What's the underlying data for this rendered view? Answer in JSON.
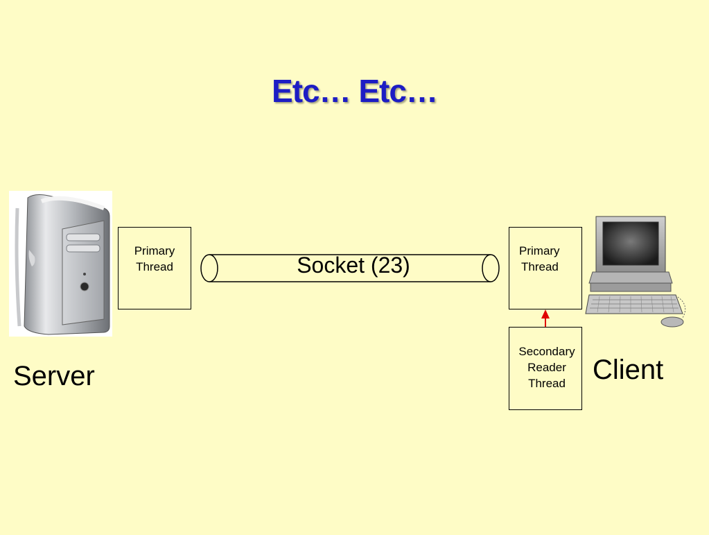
{
  "slide": {
    "title": "Etc… Etc…",
    "server_label": "Server",
    "client_label": "Client",
    "socket_label": "Socket (23)",
    "server_primary_thread": [
      "Primary",
      "Thread"
    ],
    "client_primary_thread": [
      "Primary",
      "Thread"
    ],
    "client_secondary_thread": [
      "Secondary",
      "Reader",
      "Thread"
    ]
  },
  "icons": {
    "server": "server-tower-icon",
    "client": "desktop-computer-icon",
    "arrow": "up-arrow-icon"
  },
  "colors": {
    "background": "#fefcc6",
    "title": "#1d1dc4",
    "arrow": "#e00000"
  }
}
